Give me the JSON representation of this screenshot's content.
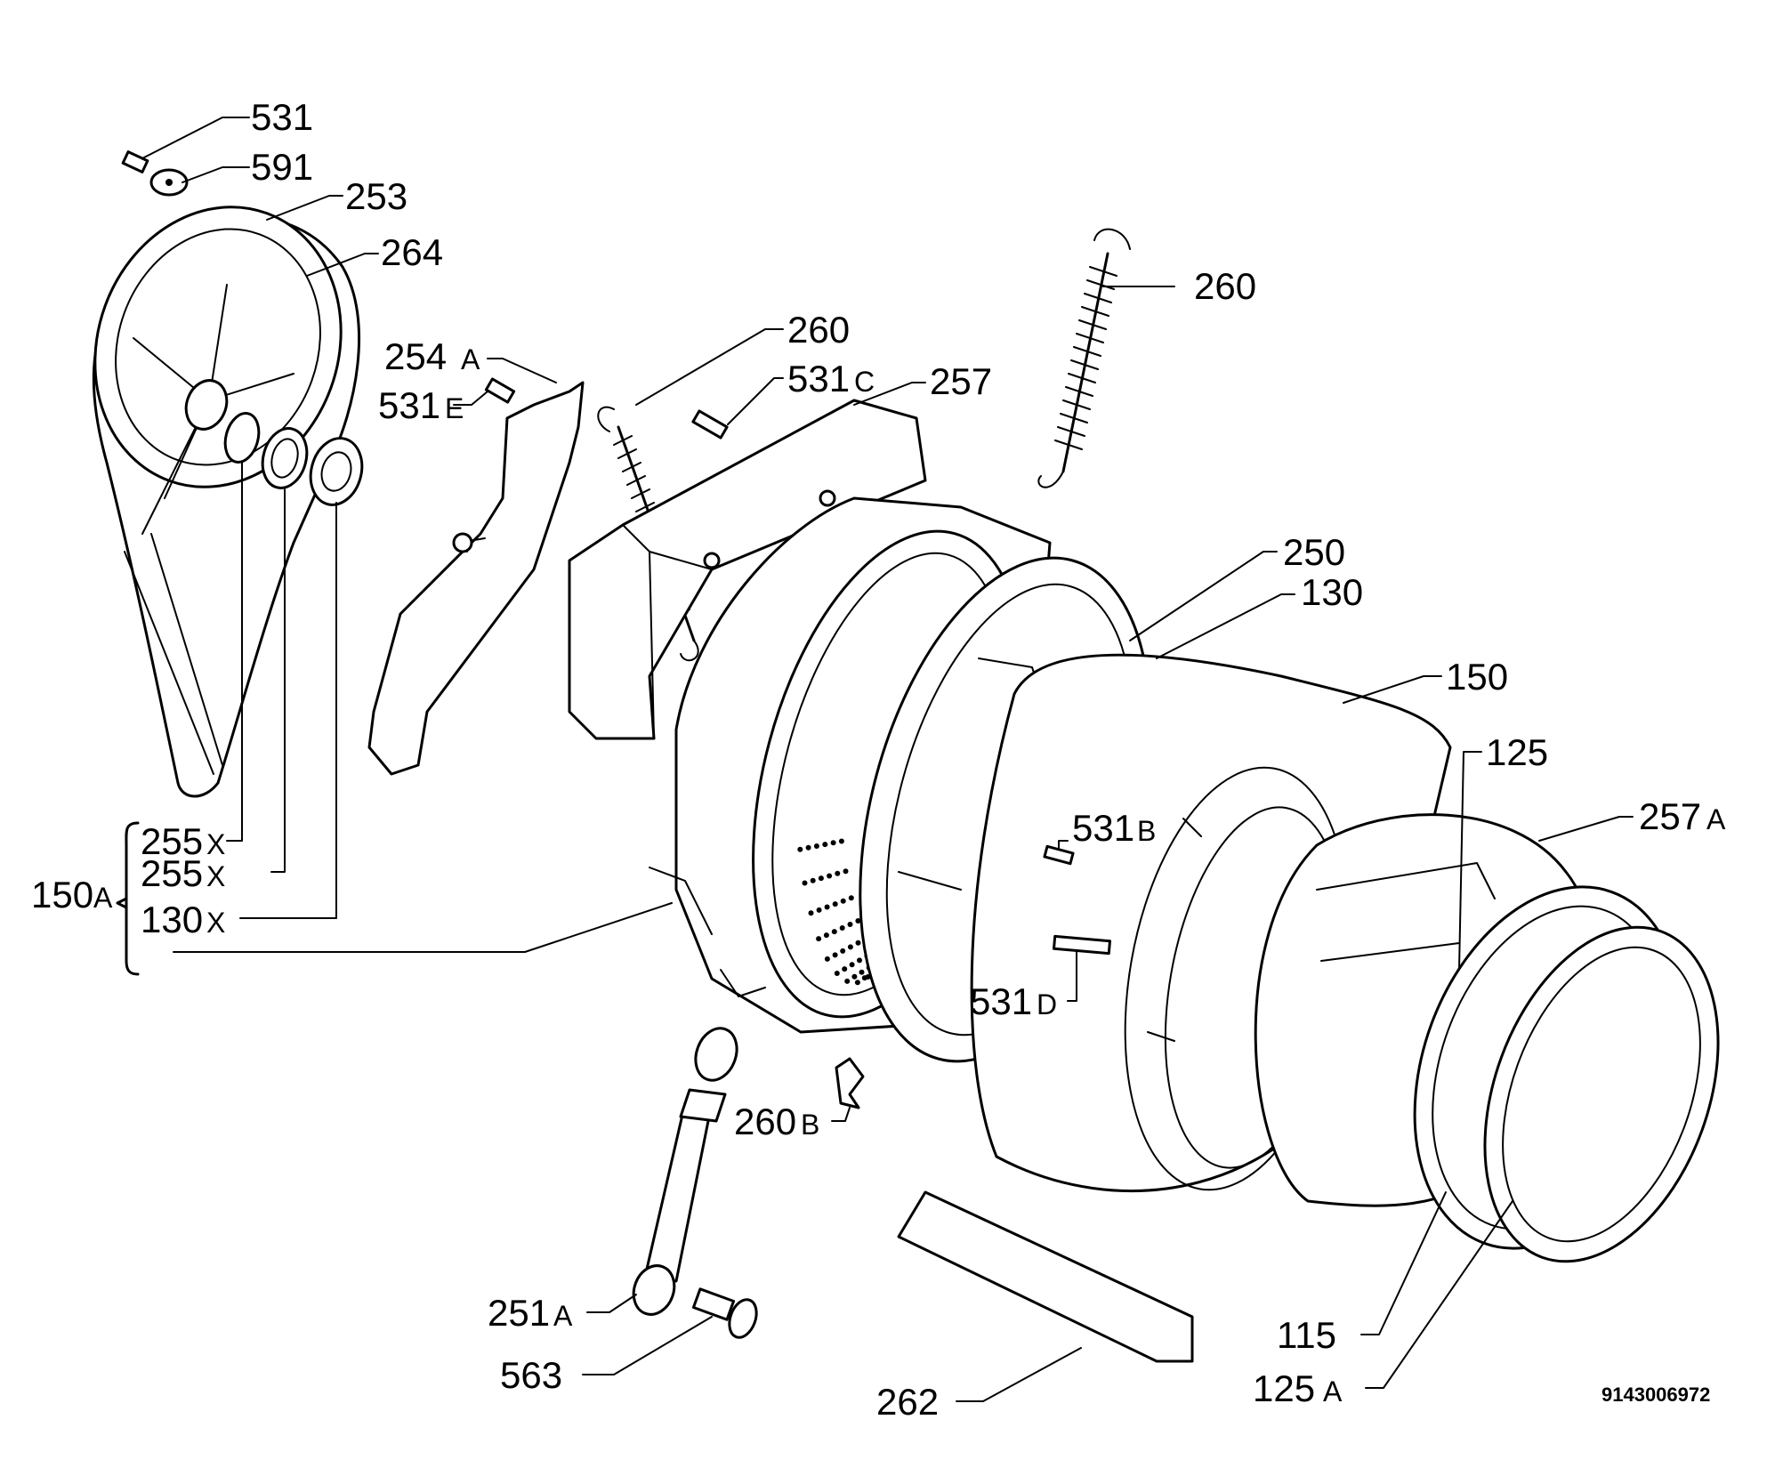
{
  "labels": {
    "l531": "531",
    "l591": "591",
    "l253": "253",
    "l264": "264",
    "l254": "254",
    "l254s": "A",
    "l531e": "531",
    "l531es": "E",
    "l260a": "260",
    "l531c": "531",
    "l531cs": "C",
    "l257": "257",
    "l260b": "260",
    "l250": "250",
    "l130": "130",
    "l150": "150",
    "l125": "125",
    "l257a": "257",
    "l257as": "A",
    "l531b": "531",
    "l531bs": "B",
    "l531d": "531",
    "l531ds": "D",
    "l255x1": "255",
    "l255x1s": "X",
    "l255x2": "255",
    "l255x2s": "X",
    "l130x": "130",
    "l130xs": "X",
    "l150a": "150",
    "l150as": "A",
    "l260bb": "260",
    "l260bbs": "B",
    "l251a": "251",
    "l251as": "A",
    "l563": "563",
    "l262": "262",
    "l115": "115",
    "l125a": "125",
    "l125as": "A"
  },
  "code": "9143006972"
}
